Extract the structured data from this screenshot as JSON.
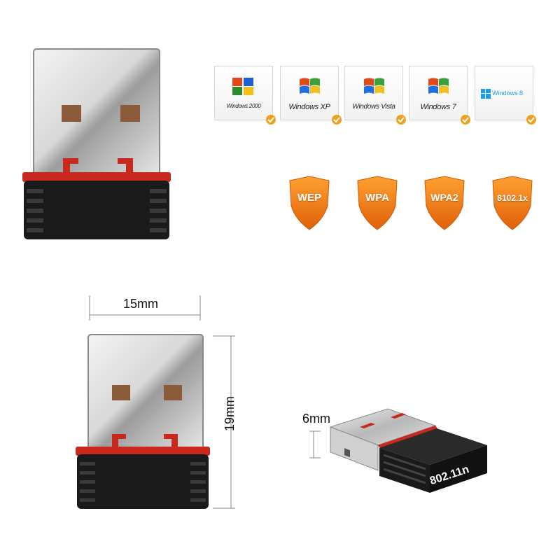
{
  "os_support": [
    {
      "label": "Windows 2000",
      "icon": "windows-2000-icon"
    },
    {
      "label": "Windows XP",
      "icon": "windows-xp-icon"
    },
    {
      "label": "Windows Vista",
      "icon": "windows-vista-icon"
    },
    {
      "label": "Windows 7",
      "icon": "windows-7-icon"
    },
    {
      "label": "Windows 8",
      "icon": "windows-8-icon"
    }
  ],
  "security": [
    "WEP",
    "WPA",
    "WPA2",
    "8102.1x"
  ],
  "dimensions": {
    "width": "15mm",
    "height": "19mm",
    "thickness": "6mm"
  },
  "product_label": "802.11n",
  "colors": {
    "shield": "#f07a12",
    "check": "#f0a020",
    "body_black": "#1a1a1a",
    "band_red": "#c8281e"
  }
}
